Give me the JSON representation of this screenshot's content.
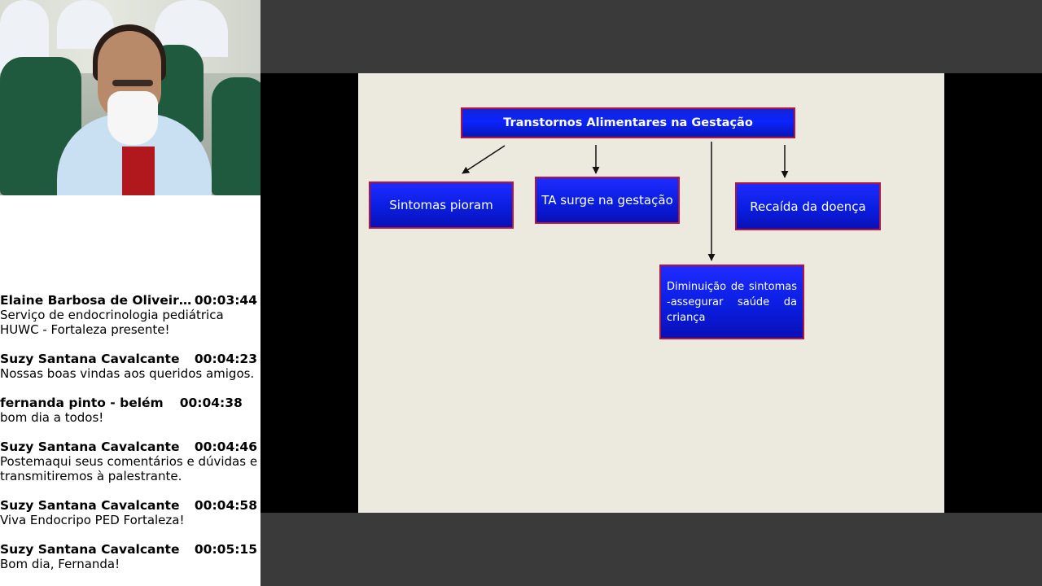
{
  "chat": {
    "messages": [
      {
        "name": "Elaine Barbosa de Oliveira...",
        "time": "00:03:44",
        "text": "Serviço de endocrinologia pediátrica HUWC - Fortaleza presente!"
      },
      {
        "name": "Suzy Santana Cavalcante",
        "time": "00:04:23",
        "text": "Nossas boas vindas aos queridos amigos."
      },
      {
        "name": "fernanda pinto - belém",
        "time": "00:04:38",
        "text": "bom dia a todos!"
      },
      {
        "name": "Suzy Santana Cavalcante",
        "time": "00:04:46",
        "text": "Postemaqui seus comentários e dúvidas e transmitiremos à palestrante."
      },
      {
        "name": "Suzy Santana Cavalcante",
        "time": "00:04:58",
        "text": "Viva Endocripo PED Fortaleza!"
      },
      {
        "name": "Suzy Santana Cavalcante",
        "time": "00:05:15",
        "text": "Bom dia, Fernanda!"
      }
    ]
  },
  "slide": {
    "title": "Transtornos Alimentares na Gestação",
    "box1": "Sintomas pioram",
    "box2": "TA surge na gestação",
    "box3": "Recaída da doença",
    "box4": "Diminuição de sintomas -assegurar saúde da criança"
  },
  "colors": {
    "box_fill": "#0a1ee0",
    "box_border": "#b3163a",
    "slide_background": "#eceadf",
    "page_background": "#3a3a3a"
  }
}
